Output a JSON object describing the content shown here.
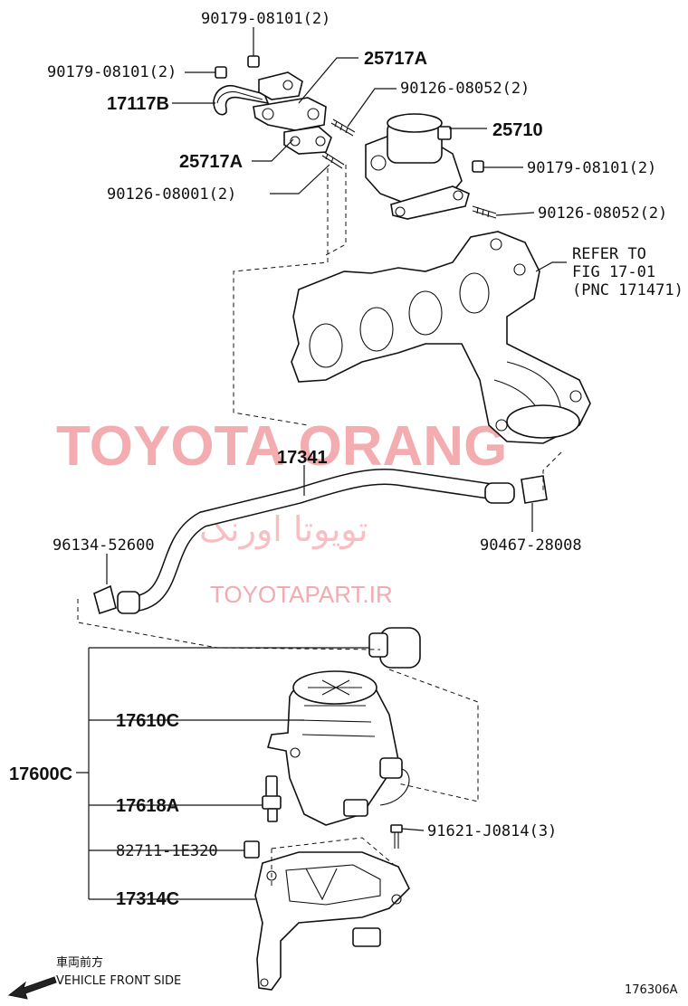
{
  "labels": {
    "p90179_top": "90179-08101(2)",
    "p90179_left": "90179-08101(2)",
    "p25717A_top": "25717A",
    "p90126_08052_top": "90126-08052(2)",
    "p17117B": "17117B",
    "p25710": "25710",
    "p25717A_bottom": "25717A",
    "p90179_right": "90179-08101(2)",
    "p90126_08001": "90126-08001(2)",
    "p90126_08052_right": "90126-08052(2)",
    "refer_line1": "REFER TO",
    "refer_line2": "FIG 17-01",
    "refer_line3": "(PNC 171471)",
    "p17341": "17341",
    "p96134": "96134-52600",
    "p90467": "90467-28008",
    "p17600C": "17600C",
    "p17610C": "17610C",
    "p17618A": "17618A",
    "p82711": "82711-1E320",
    "p91621": "91621-J0814(3)",
    "p17314C": "17314C",
    "front_jp": "車両前方",
    "front_en": "VEHICLE FRONT SIDE",
    "fig_code": "176306A"
  },
  "watermarks": {
    "brand": "TOYOTA ORANG",
    "brand_fa": "تويوتا اورنگ",
    "site": "TOYOTAPART.IR"
  },
  "colors": {
    "line": "#111111",
    "watermark": "#f29ea3"
  },
  "icons": [
    "front-arrow-icon"
  ]
}
